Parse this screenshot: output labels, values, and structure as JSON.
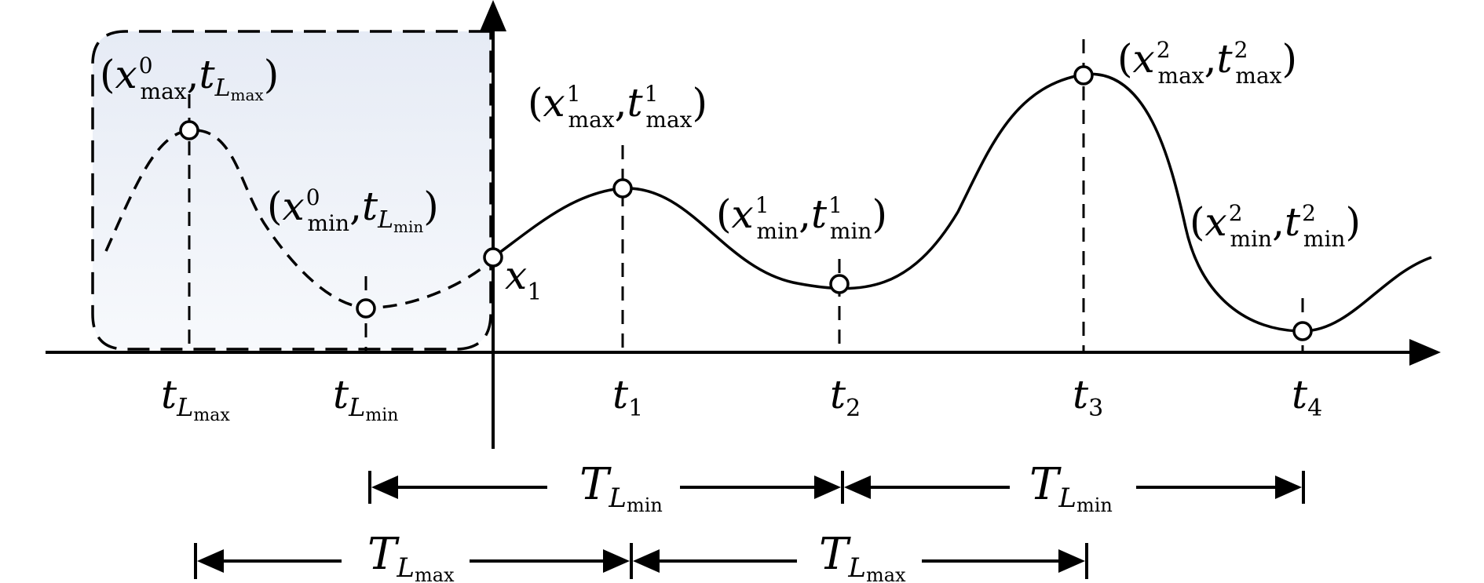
{
  "colors": {
    "line": "#000000",
    "region_fill_top": "#e6ebf5",
    "region_fill_bottom": "#f7f9fc",
    "marker_fill": "#ffffff"
  },
  "point_labels": {
    "max0": {
      "var": "x",
      "sup": "0",
      "sub": "max",
      "t": "t",
      "tsub": "L",
      "tsubsub": "max"
    },
    "min0": {
      "var": "x",
      "sup": "0",
      "sub": "min",
      "t": "t",
      "tsub": "L",
      "tsubsub": "min"
    },
    "max1": {
      "var": "x",
      "sup": "1",
      "sub": "max",
      "t": "t",
      "tsup": "1",
      "tsub": "max"
    },
    "min1": {
      "var": "x",
      "sup": "1",
      "sub": "min",
      "t": "t",
      "tsup": "1",
      "tsub": "min"
    },
    "max2": {
      "var": "x",
      "sup": "2",
      "sub": "max",
      "t": "t",
      "tsup": "2",
      "tsub": "max"
    },
    "min2": {
      "var": "x",
      "sup": "2",
      "sub": "min",
      "t": "t",
      "tsup": "2",
      "tsub": "min"
    },
    "x1": {
      "var": "x",
      "sub": "1"
    }
  },
  "axis_labels": {
    "tLmax": {
      "t": "t",
      "sub": "L",
      "subsub": "max"
    },
    "tLmin": {
      "t": "t",
      "sub": "L",
      "subsub": "min"
    },
    "t1": {
      "t": "t",
      "sub": "1"
    },
    "t2": {
      "t": "t",
      "sub": "2"
    },
    "t3": {
      "t": "t",
      "sub": "3"
    },
    "t4": {
      "t": "t",
      "sub": "4"
    }
  },
  "interval_labels": {
    "TLmin": {
      "T": "T",
      "sub": "L",
      "subsub": "min"
    },
    "TLmax": {
      "T": "T",
      "sub": "L",
      "subsub": "max"
    }
  }
}
